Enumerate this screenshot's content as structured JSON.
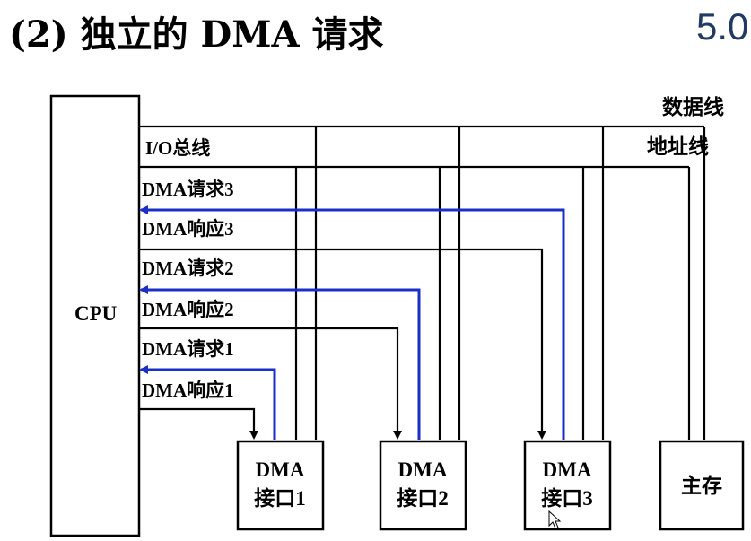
{
  "header": {
    "title": "(2) 独立的 DMA 请求",
    "corner_text": "5.0"
  },
  "diagram": {
    "cpu_label": "CPU",
    "bus": {
      "io_bus_label": "I/O总线",
      "data_line_label": "数据线",
      "address_line_label": "地址线"
    },
    "signals": [
      "DMA请求3",
      "DMA响应3",
      "DMA请求2",
      "DMA响应2",
      "DMA请求1",
      "DMA响应1"
    ],
    "modules": [
      {
        "line1": "DMA",
        "line2": "接口1"
      },
      {
        "line1": "DMA",
        "line2": "接口2"
      },
      {
        "line1": "DMA",
        "line2": "接口3"
      },
      {
        "line1": "主存"
      }
    ],
    "colors": {
      "request_line": "#1a2fc9",
      "wire": "#000000",
      "corner_text": "#1f3b63"
    }
  }
}
